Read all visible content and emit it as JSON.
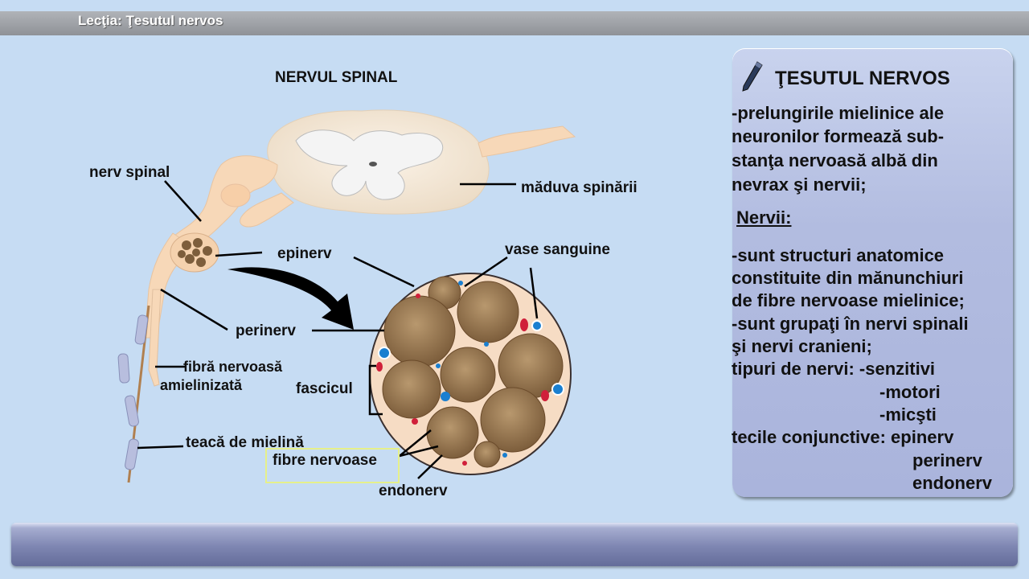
{
  "header": {
    "title": "Lecţia: Ţesutul nervos"
  },
  "diagram": {
    "title": "NERVUL  SPINAL",
    "labels": {
      "nerv_spinal": "nerv spinal",
      "maduva": "măduva spinării",
      "epinerv": "epinerv",
      "vase": "vase sanguine",
      "perinerv": "perinerv",
      "fibra_line1": "fibră nervoasă",
      "fibra_line2": "amielinizată",
      "fascicul": "fascicul",
      "teaca": "teacă de mielină",
      "fibre_nervoase": "fibre nervoase",
      "endonerv": "endonerv"
    }
  },
  "panel": {
    "icon": "pen-icon",
    "title": "ŢESUTUL NERVOS",
    "lines": [
      "-prelungirile mielinice ale",
      "neuronilor formează sub-",
      "stanţa nervoasă albă din",
      "nevrax şi nervii;",
      "Nervii:",
      "-sunt structuri anatomice",
      "constituite din mănunchiuri",
      "de fibre nervoase mielinice;",
      "-sunt grupaţi în nervi spinali",
      "şi nervi cranieni;",
      "tipuri de nervi: -senzitivi",
      "-motori",
      "-micşti",
      "tecile conjunctive: epinerv",
      "perinerv",
      "endonerv"
    ]
  },
  "colors": {
    "background": "#c6dcf3",
    "nerve_tissue": "#f7dcc0",
    "fascicle": "#8a6a4a",
    "vessel_blue": "#1a7fd0",
    "vessel_red": "#d0203a"
  }
}
